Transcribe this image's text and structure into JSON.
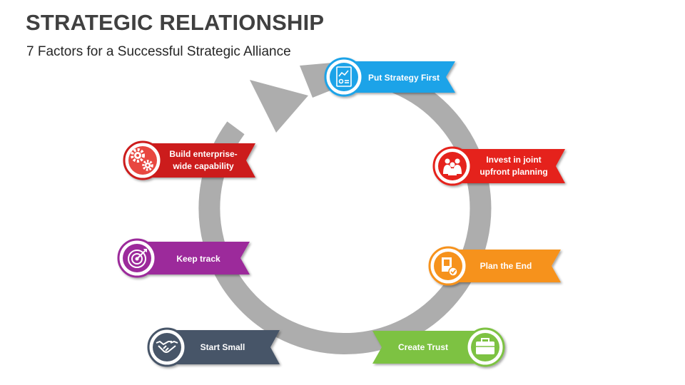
{
  "title": "STRATEGIC RELATIONSHIP",
  "subtitle": "7 Factors for a Successful Strategic Alliance",
  "factors": [
    {
      "id": "put-strategy-first",
      "lines": [
        "Put Strategy First"
      ],
      "color": "#1fa3e8",
      "dark": "#0b6fa4",
      "icon": "strategy-document-icon"
    },
    {
      "id": "invest-in-joint-planning",
      "lines": [
        "Invest in joint",
        "upfront planning"
      ],
      "color": "#e5231b",
      "dark": "#9b120d",
      "icon": "team-people-icon"
    },
    {
      "id": "plan-the-end",
      "lines": [
        "Plan the End"
      ],
      "color": "#f6921e",
      "dark": "#b25f06",
      "icon": "checked-document-icon"
    },
    {
      "id": "create-trust",
      "lines": [
        "Create Trust"
      ],
      "color": "#7dc243",
      "dark": "#4f8a1d",
      "icon": "briefcase-icon"
    },
    {
      "id": "start-small",
      "lines": [
        "Start Small"
      ],
      "color": "#475468",
      "dark": "#273040",
      "icon": "handshake-icon"
    },
    {
      "id": "keep-track",
      "lines": [
        "Keep track"
      ],
      "color": "#9c2b9b",
      "dark": "#5f1360",
      "icon": "target-icon"
    },
    {
      "id": "build-capability",
      "lines": [
        "Build enterprise-",
        "wide capability"
      ],
      "color": "#cc1f1f",
      "dark": "#861010",
      "icon": "gears-icon"
    }
  ]
}
